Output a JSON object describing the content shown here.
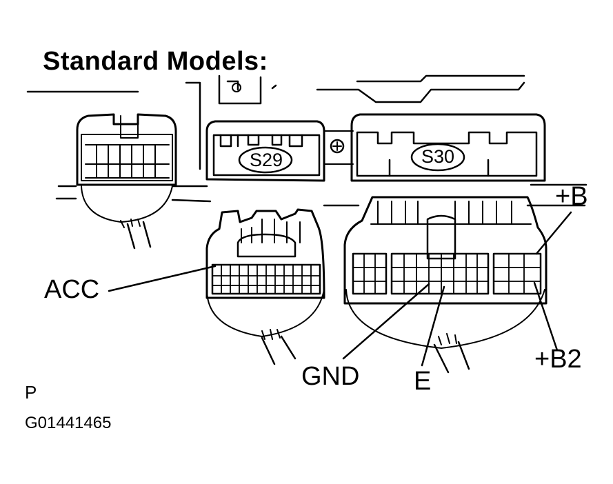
{
  "title": "Standard Models:",
  "connectors": {
    "s29": "S29",
    "s30": "S30"
  },
  "callouts": {
    "acc": "ACC",
    "gnd": "GND",
    "e": "E",
    "plus_b": "+B",
    "plus_b2": "+B2"
  },
  "footer": {
    "view_letter": "P",
    "figure_id": "G01441465"
  }
}
